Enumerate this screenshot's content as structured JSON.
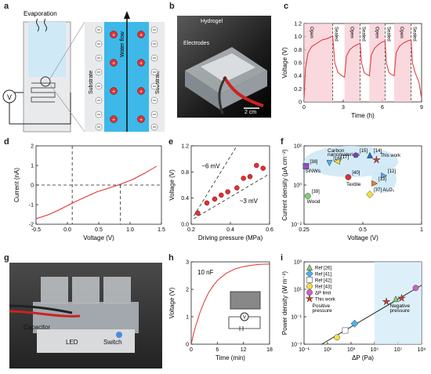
{
  "panel_labels": {
    "a": "a",
    "b": "b",
    "c": "c",
    "d": "d",
    "e": "e",
    "f": "f",
    "g": "g",
    "h": "h",
    "i": "i"
  },
  "panel_a": {
    "evaporation": "Evaporation",
    "water_flow": "Water flow",
    "substrate_left": "Substrate",
    "substrate_right": "Substrate",
    "voltmeter": "V"
  },
  "panel_b": {
    "hydrogel": "Hydrogel",
    "electrodes": "Electrodes",
    "scale": "2 cm"
  },
  "panel_g": {
    "capacitor": "Capacitor",
    "led": "LED",
    "switch": "Switch"
  },
  "colors": {
    "red": "#e03030",
    "water_blue": "#3db8e8",
    "light_blue": "#cfe9f6",
    "pink_band": "#f7c8d0"
  },
  "chart_data": [
    {
      "id": "c",
      "type": "line",
      "xlabel": "Time (h)",
      "ylabel": "Voltage (V)",
      "xlim": [
        0,
        9
      ],
      "ylim": [
        0,
        1.2
      ],
      "xticks": [
        "0",
        "3",
        "6",
        "9"
      ],
      "yticks": [
        "0",
        "0.2",
        "0.4",
        "0.6",
        "0.8",
        "1.0",
        "1.2"
      ],
      "bands": [
        {
          "x0": 0,
          "x1": 2.2,
          "label": "Open",
          "sealed_label": "Sealed"
        },
        {
          "x0": 3.1,
          "x1": 4.3,
          "label": "Open",
          "sealed_label": "Sealed"
        },
        {
          "x0": 5.0,
          "x1": 6.2,
          "label": "Open",
          "sealed_label": "Sealed"
        },
        {
          "x0": 6.9,
          "x1": 8.2,
          "label": "Open",
          "sealed_label": "Sealed"
        }
      ],
      "series": [
        {
          "x": [
            0,
            0.1,
            0.3,
            0.6,
            1.0,
            1.4,
            1.8,
            2.1,
            2.2,
            2.35,
            2.6,
            2.9,
            3.1,
            3.25,
            3.5,
            3.8,
            4.1,
            4.3,
            4.4,
            4.6,
            4.8,
            5.0,
            5.15,
            5.4,
            5.7,
            6.0,
            6.2,
            6.3,
            6.5,
            6.7,
            6.9,
            7.05,
            7.3,
            7.6,
            7.9,
            8.2,
            8.3,
            8.5,
            8.8,
            9.0
          ],
          "y": [
            0.05,
            0.5,
            0.75,
            0.85,
            0.9,
            0.95,
            0.97,
            1.0,
            1.0,
            0.6,
            0.45,
            0.4,
            0.38,
            0.7,
            0.8,
            0.85,
            0.88,
            0.9,
            0.6,
            0.45,
            0.42,
            0.4,
            0.72,
            0.82,
            0.88,
            0.92,
            0.93,
            0.6,
            0.45,
            0.42,
            0.4,
            0.75,
            0.85,
            0.9,
            0.93,
            0.95,
            0.6,
            0.45,
            0.3,
            0.05
          ]
        }
      ]
    },
    {
      "id": "d",
      "type": "line",
      "xlabel": "Voltage (V)",
      "ylabel": "Current (nA)",
      "xlim": [
        -0.75,
        1.85
      ],
      "ylim": [
        -2.5,
        2.5
      ],
      "xticks": [
        "-0.5",
        "0.0",
        "0.5",
        "1.0",
        "1.5"
      ],
      "yticks": [
        "-2",
        "-1",
        "0",
        "1",
        "2"
      ],
      "series": [
        {
          "x": [
            -0.75,
            -0.5,
            -0.25,
            0,
            0.25,
            0.5,
            0.75,
            1.0,
            1.25,
            1.5,
            1.75
          ],
          "y": [
            -2.15,
            -1.9,
            -1.55,
            -1.15,
            -0.8,
            -0.45,
            -0.2,
            0.05,
            0.35,
            0.75,
            1.2
          ]
        }
      ]
    },
    {
      "id": "e",
      "type": "scatter",
      "xlabel": "Driving pressure (MPa)",
      "ylabel": "Voltage (V)",
      "xlim": [
        0.1,
        0.7
      ],
      "ylim": [
        0,
        1.4
      ],
      "xticks": [
        "0.2",
        "0.4",
        "0.6"
      ],
      "yticks": [
        "0.0",
        "0.4",
        "0.8",
        "1.2"
      ],
      "annotations": [
        "~6 mV",
        "~3 mV"
      ],
      "series": [
        {
          "x": [
            0.15,
            0.22,
            0.28,
            0.33,
            0.38,
            0.45,
            0.5,
            0.55,
            0.6,
            0.65
          ],
          "y": [
            0.2,
            0.38,
            0.45,
            0.52,
            0.58,
            0.65,
            0.82,
            0.85,
            1.05,
            1.0
          ]
        }
      ]
    },
    {
      "id": "f",
      "type": "scatter",
      "xlabel": "Voltage (V)",
      "ylabel": "Current density (μA cm⁻²)",
      "xlim": [
        0.25,
        1.5
      ],
      "ylim": [
        -2,
        3
      ],
      "xticks": [
        "0.25",
        "0.5",
        "1"
      ],
      "yticks": [
        "10⁻²",
        "10⁰",
        "10²"
      ],
      "group_labels": [
        "Carbon nanomaterials",
        "SiNWs",
        "Textile",
        "Wood",
        "This work"
      ],
      "points": [
        {
          "label": "[38]",
          "x": 0.27,
          "y": 1.7,
          "marker": "square",
          "color": "#8a4fc4"
        },
        {
          "label": "[16]",
          "x": 0.52,
          "y": 1.9,
          "marker": "triangle-down",
          "color": "#4fb0e8"
        },
        {
          "label": "[17]",
          "x": 0.6,
          "y": 2.0,
          "marker": "triangle-left",
          "color": "#f4e040"
        },
        {
          "label": "[15]",
          "x": 0.8,
          "y": 2.4,
          "marker": "pentagon",
          "color": "#7a3fbf"
        },
        {
          "label": "[14]",
          "x": 0.95,
          "y": 2.4,
          "marker": "triangle-up",
          "color": "#2a6ad0"
        },
        {
          "label": "This work",
          "x": 1.02,
          "y": 2.1,
          "marker": "star",
          "color": "#e03030"
        },
        {
          "label": "[40]",
          "x": 0.72,
          "y": 1.0,
          "marker": "circle",
          "color": "#e03030"
        },
        {
          "label": "[12]",
          "x": 1.1,
          "y": 1.1,
          "marker": "triangle-right",
          "color": "#6aa8e8"
        },
        {
          "label": "[13]",
          "x": 1.0,
          "y": 0.6,
          "marker": "triangle-right",
          "color": "#f08020"
        },
        {
          "label": "[39]",
          "x": 0.29,
          "y": -0.2,
          "marker": "circle",
          "color": "#7dd070"
        },
        {
          "label": "[37] Al₂O₃",
          "x": 0.95,
          "y": -0.1,
          "marker": "diamond",
          "color": "#f4e040"
        }
      ]
    },
    {
      "id": "h",
      "type": "line",
      "xlabel": "Time (min)",
      "ylabel": "Voltage (V)",
      "xlim": [
        0,
        18
      ],
      "ylim": [
        0,
        3
      ],
      "xticks": [
        "0",
        "6",
        "12",
        "18"
      ],
      "yticks": [
        "0",
        "1",
        "2",
        "3"
      ],
      "annotations": [
        "10 nF"
      ],
      "circuit_symbol": "V",
      "series": [
        {
          "x": [
            0,
            0.5,
            1,
            2,
            3,
            4,
            5,
            6,
            8,
            10,
            12,
            14,
            16,
            18
          ],
          "y": [
            0,
            0.35,
            0.65,
            1.15,
            1.55,
            1.88,
            2.12,
            2.32,
            2.58,
            2.74,
            2.83,
            2.88,
            2.91,
            2.92
          ]
        }
      ]
    },
    {
      "id": "i",
      "type": "scatter",
      "xlabel": "ΔP (Pa)",
      "ylabel": "Power density (W m⁻²)",
      "xlim": [
        -1,
        9
      ],
      "ylim": [
        -3,
        3
      ],
      "xticks": [
        "10⁻¹",
        "10¹",
        "10³",
        "10⁵",
        "10⁷",
        "10⁹"
      ],
      "yticks": [
        "10⁻³",
        "10⁻¹",
        "10¹",
        "10³"
      ],
      "region_labels": [
        "Positive pressure",
        "Negative pressure"
      ],
      "legend": [
        "Ref [26]",
        "Ref [41]",
        "Ref [42]",
        "Ref [43]",
        "ΔP limit",
        "This work"
      ],
      "points": [
        {
          "label": "Ref [26]",
          "x": 6.8,
          "y": 0.3,
          "marker": "triangle-up",
          "color": "#7dd070"
        },
        {
          "label": "Ref [41]",
          "x": 3.3,
          "y": -1.5,
          "marker": "diamond",
          "color": "#4fb0e8"
        },
        {
          "label": "Ref [42]",
          "x": 2.5,
          "y": -2.0,
          "marker": "square",
          "color": "#ffffff"
        },
        {
          "label": "Ref [43]",
          "x": 1.8,
          "y": -2.5,
          "marker": "circle",
          "color": "#f4e040"
        },
        {
          "label": "ΔP limit",
          "x": 8.5,
          "y": 1.1,
          "marker": "circle",
          "color": "#d060c8"
        },
        {
          "label": "This work",
          "x": 6.0,
          "y": 0.1,
          "marker": "star",
          "color": "#e03030"
        },
        {
          "label": "This work",
          "x": 7.3,
          "y": 0.35,
          "marker": "star",
          "color": "#e03030"
        }
      ]
    }
  ]
}
